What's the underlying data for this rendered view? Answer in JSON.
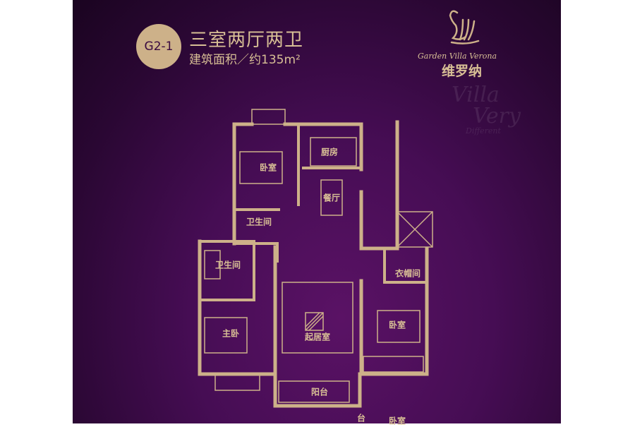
{
  "header": {
    "unit_code": "G2-1",
    "layout_title": "三室两厅两卫",
    "area_text": "建筑面积／约135m²"
  },
  "brand": {
    "logo_icon": "swan-logo-icon",
    "name_en": "Garden Villa Verona",
    "name_cn": "维罗纳",
    "watermark_lines": [
      "Villa",
      "Very",
      "Different"
    ]
  },
  "colors": {
    "gold": "#cdb189",
    "background": "#460d54"
  },
  "rooms": [
    {
      "label": "卧室"
    },
    {
      "label": "厨房"
    },
    {
      "label": "餐厅"
    },
    {
      "label": "卫生间"
    },
    {
      "label": "卫生间"
    },
    {
      "label": "衣帽间"
    },
    {
      "label": "主卧"
    },
    {
      "label": "起居室"
    },
    {
      "label": "卧室"
    },
    {
      "label": "阳台"
    },
    {
      "label": "台"
    },
    {
      "label": "卧室"
    }
  ]
}
